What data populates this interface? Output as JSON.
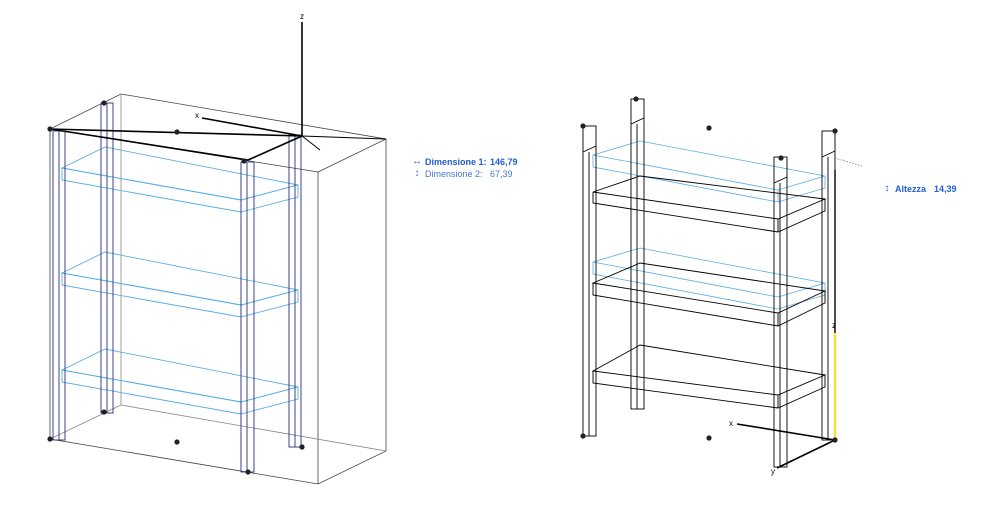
{
  "left_view": {
    "axis_labels": {
      "z": "z",
      "x": "x"
    },
    "readout": [
      {
        "glyph": "↔",
        "label": "Dimensione 1:",
        "value": "146,79",
        "active": true
      },
      {
        "glyph": "↕",
        "label": "Dimensione 2:",
        "value": "67,39",
        "active": false
      }
    ]
  },
  "right_view": {
    "axis_labels": {
      "z": "z",
      "x": "x",
      "y": "y"
    },
    "readout": [
      {
        "glyph": "↕",
        "label": "Altezza",
        "value": "14,39",
        "active": true
      }
    ]
  },
  "colors": {
    "wire": "#000000",
    "frame": "#2a2f7a",
    "shelf": "#5aaee6",
    "highlight": "#f2e23a",
    "readout": "#1f5fd6"
  }
}
